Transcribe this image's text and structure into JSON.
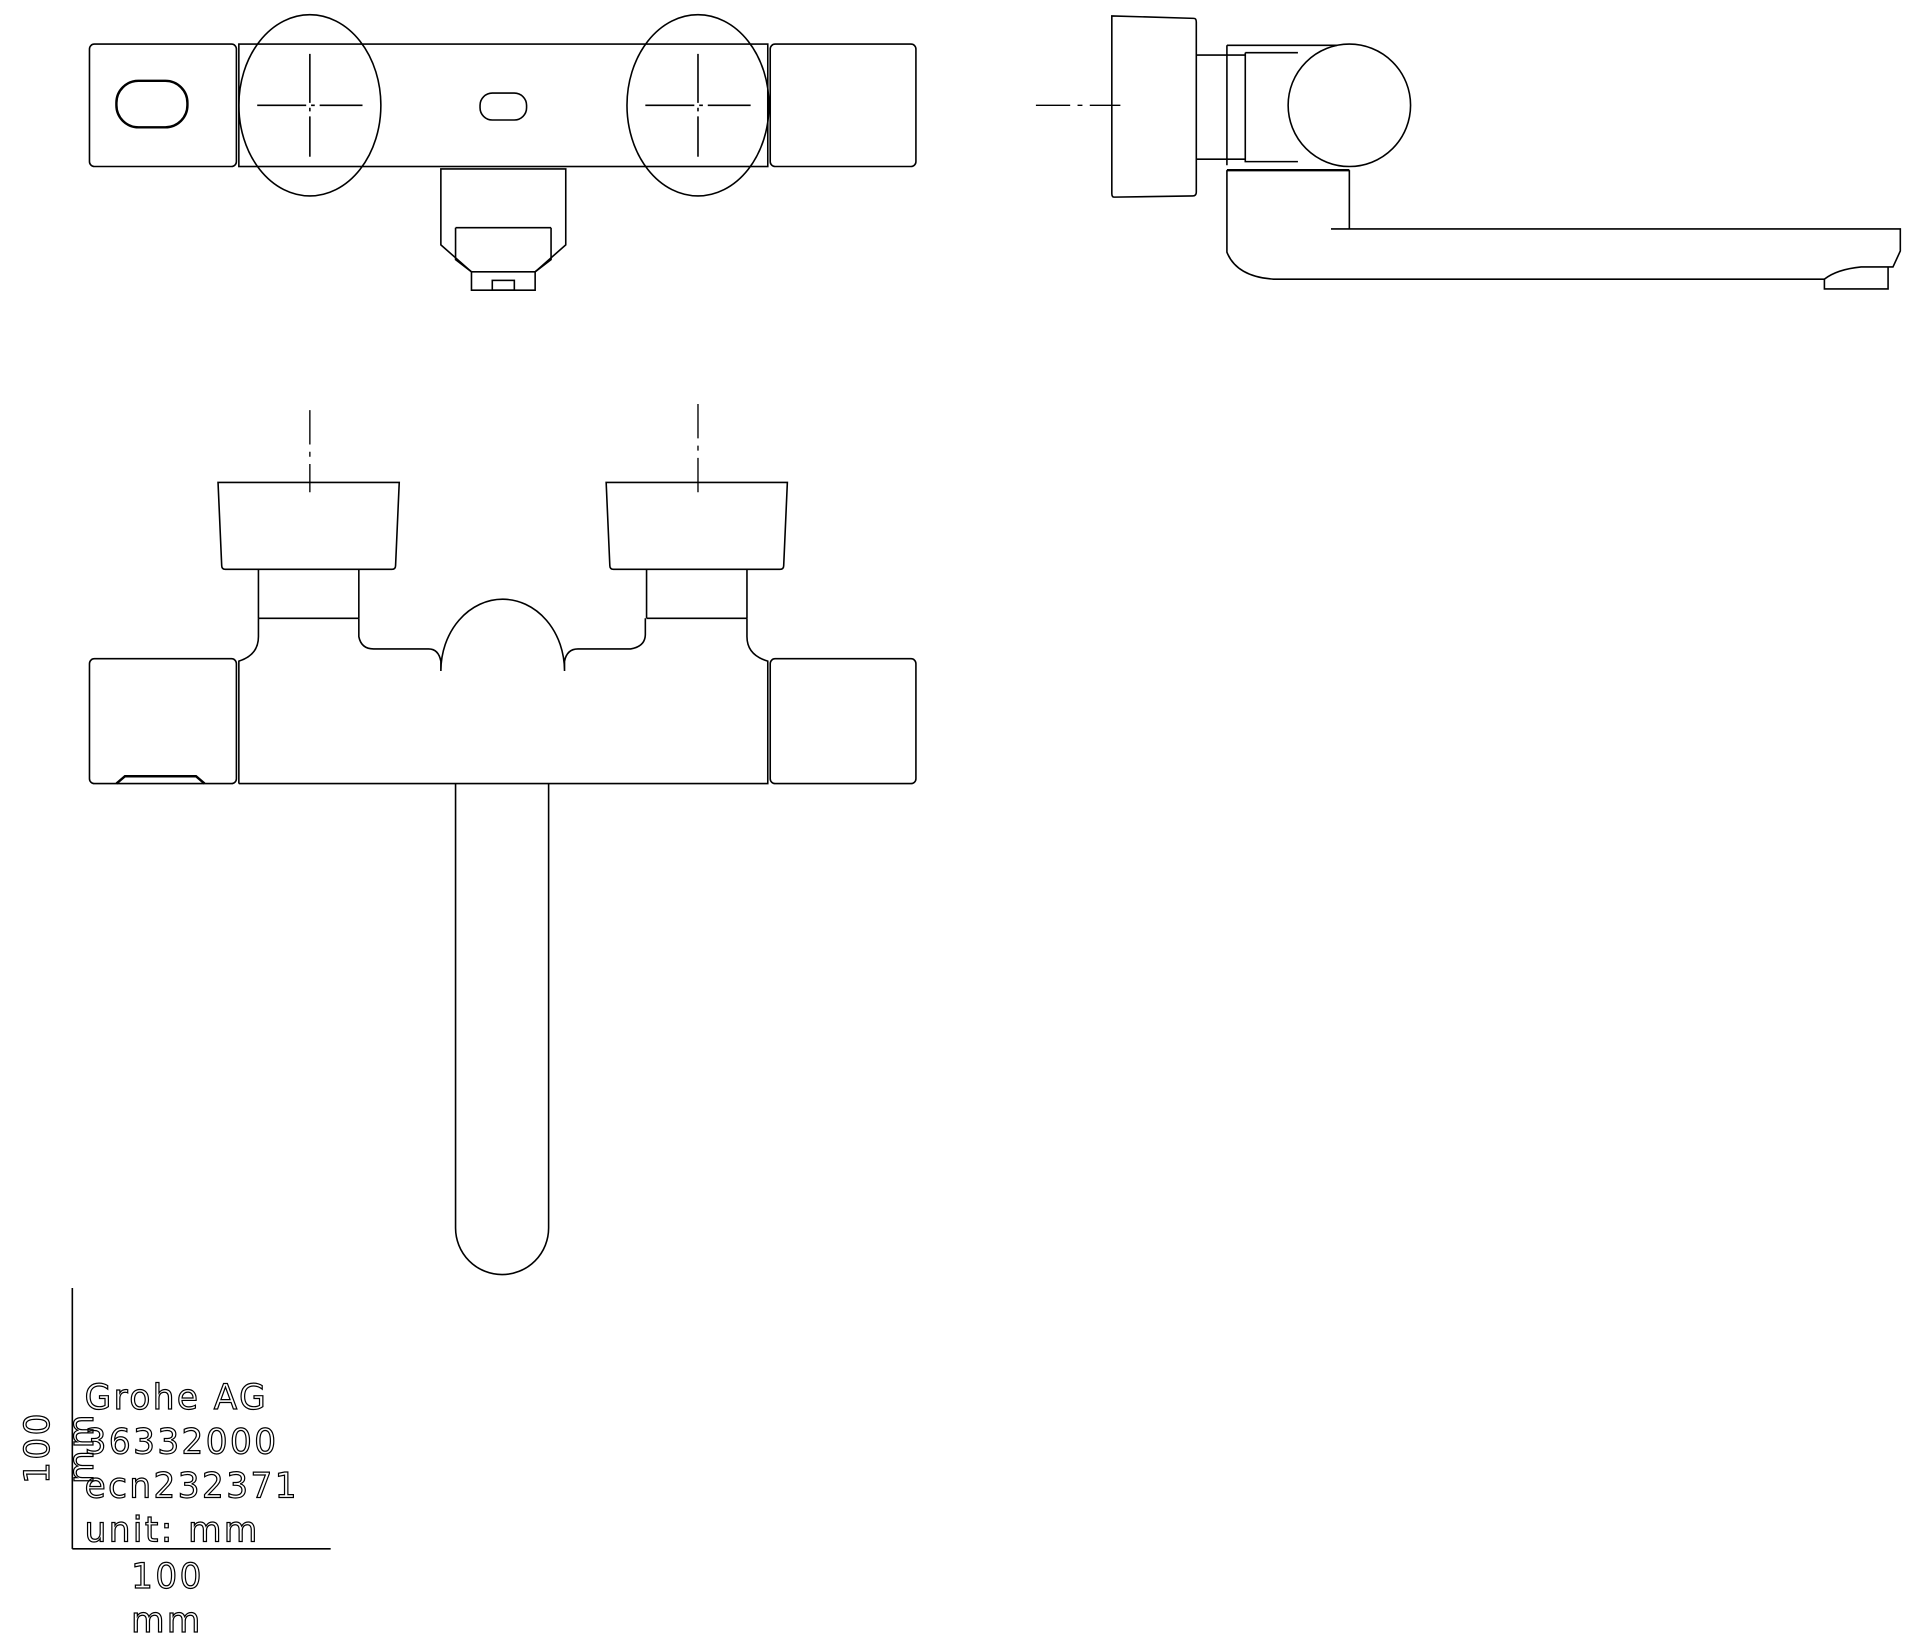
{
  "title_block": {
    "company": "Grohe AG",
    "part_number": "36332000",
    "ecn": "ecn232371",
    "unit": "unit: mm"
  },
  "scale_bar": {
    "horizontal_value": "100",
    "horizontal_unit": "mm",
    "vertical_value": "100",
    "vertical_unit": "mm"
  },
  "colors": {
    "line": "#000000",
    "background": "#ffffff"
  }
}
